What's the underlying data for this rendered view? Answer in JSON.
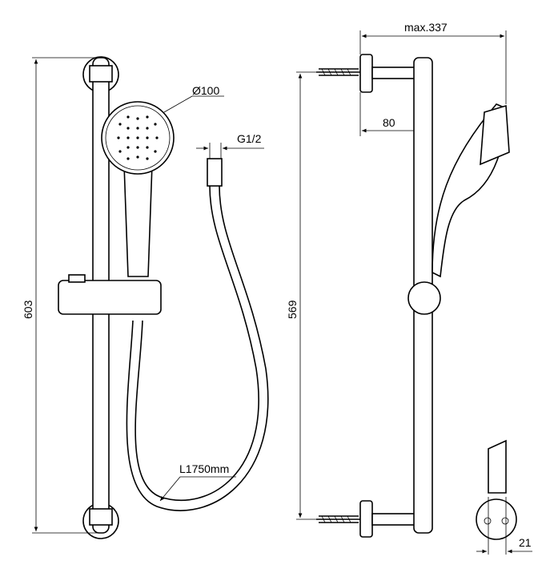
{
  "dimensions": {
    "height_total": "603",
    "head_diameter": "Ø100",
    "hose_thread": "G1/2",
    "hose_length": "L1750mm",
    "bracket_spacing": "569",
    "max_projection": "max.337",
    "arm_projection": "80",
    "rail_diameter": "21"
  }
}
